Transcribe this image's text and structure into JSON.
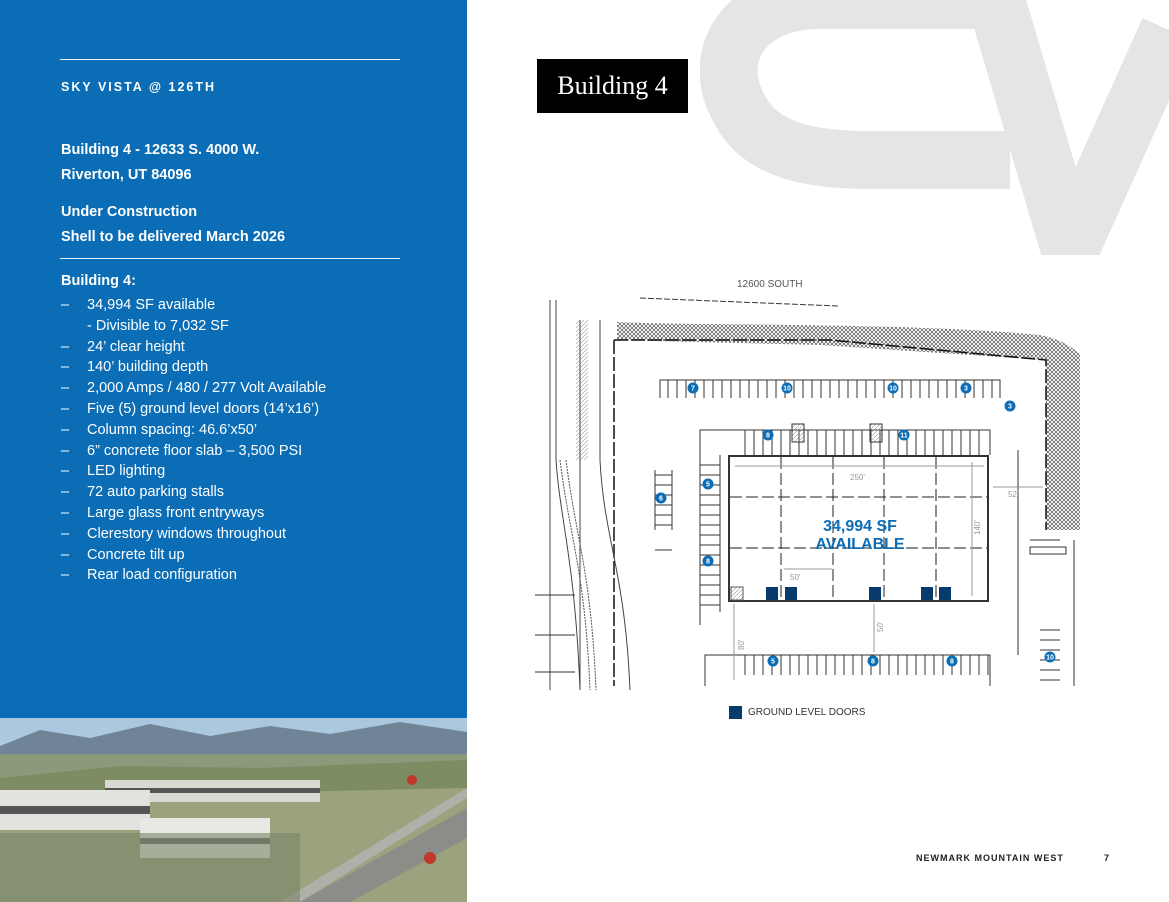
{
  "sidebar": {
    "project": "SKY VISTA @ 126TH",
    "address_line1": "Building 4 - 12633 S. 4000 W.",
    "address_line2": "Riverton, UT 84096",
    "status_line1": "Under Construction",
    "status_line2": "Shell to be delivered March 2026",
    "specs_title": "Building 4:",
    "specs": [
      {
        "dash": "–",
        "text": "34,994 SF available"
      },
      {
        "dash": "",
        "text": "- Divisible to 7,032 SF",
        "sub": true
      },
      {
        "dash": "–",
        "text": "24’ clear height"
      },
      {
        "dash": "–",
        "text": "140’ building depth"
      },
      {
        "dash": "–",
        "text": "2,000 Amps / 480 / 277 Volt Available"
      },
      {
        "dash": "–",
        "text": "Five (5) ground level doors (14’x16’)"
      },
      {
        "dash": "–",
        "text": "Column spacing: 46.6’x50’"
      },
      {
        "dash": "–",
        "text": "6” concrete floor slab – 3,500 PSI"
      },
      {
        "dash": "–",
        "text": "LED lighting"
      },
      {
        "dash": "–",
        "text": "72 auto parking stalls"
      },
      {
        "dash": "–",
        "text": "Large glass front entryways"
      },
      {
        "dash": "–",
        "text": "Clerestory windows throughout"
      },
      {
        "dash": "–",
        "text": "Concrete tilt up"
      },
      {
        "dash": "–",
        "text": "Rear load configuration"
      }
    ]
  },
  "main": {
    "title": "Building 4",
    "street": "12600 SOUTH",
    "available_sf": "34,994 SF",
    "available_label": "AVAILABLE",
    "dims": {
      "width": "250'",
      "depth": "140'",
      "side": "52'",
      "bay": "50'",
      "truck": "50'",
      "drive": "80'"
    },
    "parking": [
      "7",
      "10",
      "10",
      "3",
      "3",
      "8",
      "11",
      "6",
      "5",
      "8",
      "5",
      "8",
      "8",
      "10"
    ],
    "legend": "GROUND LEVEL DOORS",
    "accent": "#0a6db5",
    "door_color": "#063b6b"
  },
  "footer": {
    "brand": "NEWMARK MOUNTAIN WEST",
    "page": "7"
  }
}
